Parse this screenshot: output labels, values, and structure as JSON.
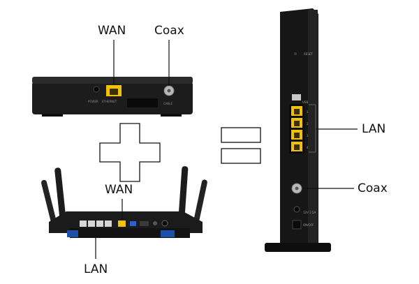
{
  "labels": {
    "modem_wan": "WAN",
    "modem_coax": "Coax",
    "router_wan": "WAN",
    "router_lan": "LAN",
    "combo_lan": "LAN",
    "combo_coax": "Coax"
  },
  "device_text": {
    "modem_port_caption": "ETHERNET",
    "modem_power_caption": "POWER",
    "modem_cable_caption": "CABLE",
    "combo_reset": "RESET",
    "combo_usb": "USB",
    "combo_power": "12V 2.5A",
    "combo_onoff": "ON/OFF",
    "combo_port_numbers": [
      "1",
      "2",
      "3",
      "4"
    ]
  },
  "colors": {
    "device_body": "#161616",
    "ethernet_yellow": "#f2c200",
    "router_blue": "#1f4fa8",
    "coax_silver": "#b9b9b9"
  }
}
